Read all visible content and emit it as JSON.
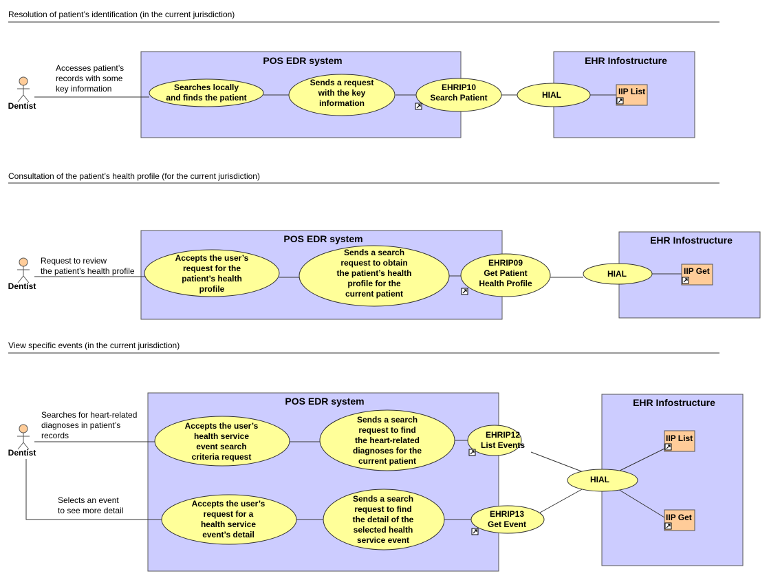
{
  "sections": [
    {
      "title": "Resolution of patient’s identification (in the current jurisdiction)",
      "actor": "Dentist",
      "actor_note": [
        "Accesses patient’s",
        "records with some",
        "key information"
      ],
      "pos_title": "POS EDR system",
      "ehr_title": "EHR Infostructure",
      "use_cases": [
        [
          "Searches locally",
          "and finds the patient"
        ],
        [
          "Sends a request",
          "with the key",
          "information"
        ]
      ],
      "ehrip": [
        "EHRIP10",
        "Search Patient"
      ],
      "hial": "HIAL",
      "iip": [
        "IIP List"
      ]
    },
    {
      "title": "Consultation of the patient’s health profile (for the current jurisdiction)",
      "actor": "Dentist",
      "actor_note": [
        "Request to review",
        "the patient’s health profile"
      ],
      "pos_title": "POS EDR system",
      "ehr_title": "EHR Infostructure",
      "use_cases": [
        [
          "Accepts the user’s",
          "request for the",
          "patient’s health",
          "profile"
        ],
        [
          "Sends a search",
          "request to obtain",
          "the patient’s health",
          "profile for the",
          "current patient"
        ]
      ],
      "ehrip": [
        "EHRIP09",
        "Get Patient",
        "Health Profile"
      ],
      "hial": "HIAL",
      "iip": [
        "IIP Get"
      ]
    },
    {
      "title": "View specific events (in the current jurisdiction)",
      "actor": "Dentist",
      "actor_note": [
        "Searches for heart-related",
        "diagnoses in patient’s",
        "records"
      ],
      "actor_note2": [
        "Selects an event",
        "to see more detail"
      ],
      "pos_title": "POS EDR system",
      "ehr_title": "EHR Infostructure",
      "use_cases": [
        [
          "Accepts the user’s",
          "health service",
          "event search",
          "criteria request"
        ],
        [
          "Sends a search",
          "request to find",
          "the heart-related",
          "diagnoses for the",
          "current patient"
        ],
        [
          "Accepts the user’s",
          "request for a",
          "health service",
          "event’s detail"
        ],
        [
          "Sends a search",
          "request to find",
          "the detail of the",
          "selected health",
          "service event"
        ]
      ],
      "ehrip": [
        [
          "EHRIP12",
          "List Events"
        ],
        [
          "EHRIP13",
          "Get Event"
        ]
      ],
      "hial": "HIAL",
      "iip": [
        "IIP List",
        "IIP Get"
      ]
    }
  ]
}
